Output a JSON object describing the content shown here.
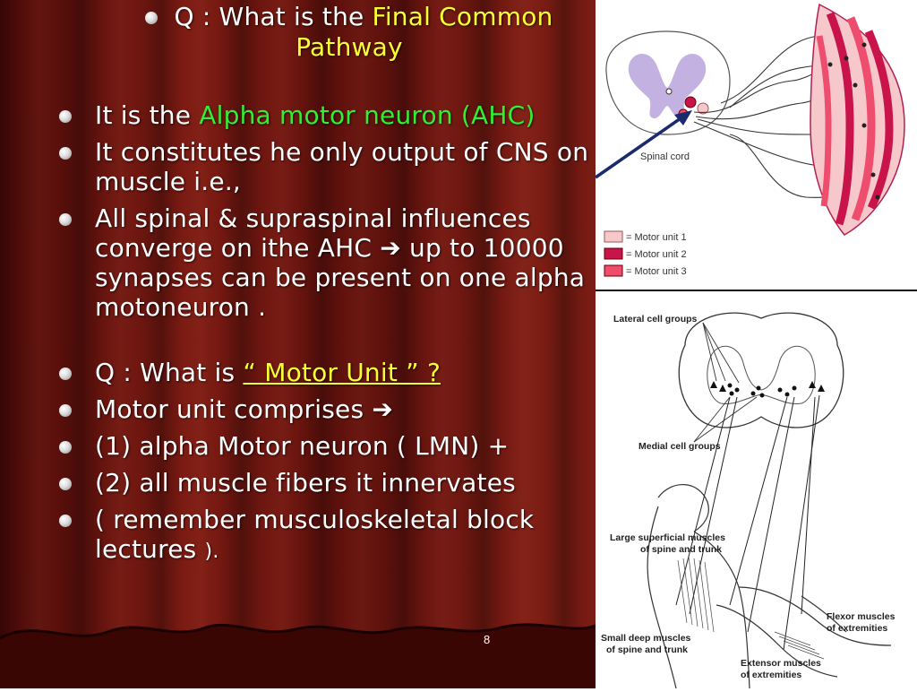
{
  "slide": {
    "title": {
      "prefix": "Q : What is the ",
      "highlight": "Final Common Pathway"
    },
    "bullets": [
      {
        "id": "b1",
        "text_before": "It is the ",
        "highlight": "Alpha motor neuron (AHC)"
      },
      {
        "id": "b2",
        "text": "It constitutes he only output of CNS on muscle i.e.,"
      },
      {
        "id": "b3",
        "text_before": "All spinal & supraspinal influences converge on ithe AHC ",
        "arrow": "➔",
        "text_after": " up to 10000 synapses can be present on one alpha motoneuron  ."
      },
      {
        "id": "b4",
        "text_before": "Q : What is ",
        "highlight": "“ Motor Unit ” ?"
      },
      {
        "id": "b5",
        "text_before": "Motor unit comprises ",
        "arrow": "➔"
      },
      {
        "id": "b6",
        "text": "(1) alpha Motor neuron ( LMN) +"
      },
      {
        "id": "b7",
        "text": "(2) all muscle fibers it innervates"
      },
      {
        "id": "b8",
        "text_before": "( remember musculoskeletal block lectures  ",
        "text_after": ")."
      }
    ],
    "page_number": "8"
  },
  "figure_top": {
    "labels": {
      "spinal_cord": "Spinal cord",
      "legend": [
        "= Motor unit 1",
        "= Motor unit 2",
        "= Motor unit 3"
      ]
    },
    "colors": {
      "unit1": "#f6c8cc",
      "unit2": "#c8144a",
      "unit3": "#ee4d6e",
      "grey_matter": "#b9a4dc"
    }
  },
  "figure_bottom": {
    "labels": {
      "lateral": "Lateral  cell groups",
      "medial": "Medial  cell groups",
      "large_1": "Large  superficial  muscles",
      "large_2": "of  spine  and  trunk",
      "small_1": "Small  deep  muscles",
      "small_2": "of  spine  and  trunk",
      "flexor_1": "Flexor  muscles",
      "flexor_2": "of  extremities",
      "extensor_1": "Extensor  muscles",
      "extensor_2": "of  extremities"
    }
  },
  "colors": {
    "background": "#6a140e",
    "green_text": "#33ee33",
    "yellow_text": "#ffff33",
    "arrow": "#1a2a6e"
  }
}
